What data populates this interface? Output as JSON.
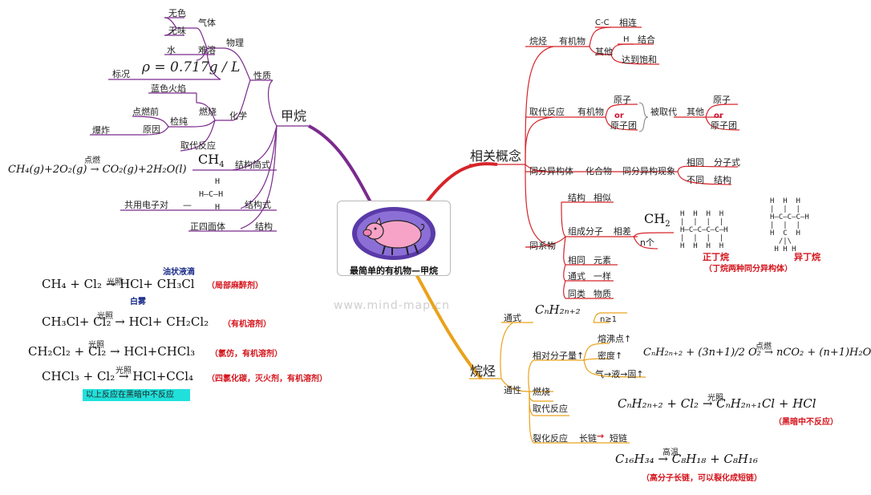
{
  "watermark": "www.mind-map.cn",
  "center": {
    "title": "最简单的有机物—甲烷",
    "icon": "pig-icon"
  },
  "left": {
    "main": "甲烷",
    "xingzhi": "性质",
    "wuli": "物理",
    "qiti": "气体",
    "wuse": "无色",
    "wuwei": "无味",
    "nanrong": "难溶",
    "shui": "水",
    "biaokuang": "标况",
    "density": "ρ = 0.717g / L",
    "huaxue": "化学",
    "ranshao": "燃烧",
    "lanse": "蓝色火焰",
    "jianchun": "检纯",
    "dianranqian": "点燃前",
    "yuanyin": "原因",
    "baozha": "爆炸",
    "qudai": "取代反应",
    "jiegoujianshi": "结构简式",
    "ch4": "CH",
    "ch4_sub": "4",
    "combustion_eq": "CH₄(g)+2O₂(g) → CO₂(g)+2H₂O(l)",
    "combustion_cond": "点燃",
    "jiegoushi": "结构式",
    "gongyong": "共用电子对",
    "dash": "—",
    "jiegou": "结构",
    "zhengsimianti": "正四面体",
    "structural": {
      "top": "H",
      "mid": "H—C—H",
      "bot": "H"
    }
  },
  "reactions": {
    "r1": {
      "eq": "CH₄ + Cl₂ → HCl+ CH₃Cl",
      "note": "（局部麻醉剂）",
      "above": "油状液滴",
      "below": "白雾"
    },
    "r2": {
      "eq": "CH₃Cl+ Cl₂ → HCl+ CH₂Cl₂",
      "note": "（有机溶剂）"
    },
    "r3": {
      "eq": "CH₂Cl₂ + Cl₂ → HCl+CHCl₃",
      "note": "（氯仿，有机溶剂）"
    },
    "r4": {
      "eq": "CHCl₃ + Cl₂ → HCl+CCl₄",
      "note": "（四氯化碳，灭火剂，有机溶剂）"
    },
    "cond": "光照",
    "highlight": "以上反应在黑暗中不反应"
  },
  "right_top": {
    "main": "相关概念",
    "ting": "烷烃",
    "youjiwu": "有机物",
    "cc": "C-C",
    "xianglian": "相连",
    "qita": "其他",
    "h": "H",
    "jiehe": "结合",
    "baohe": "达到饱和",
    "qudaifanying": "取代反应",
    "youjiwu2": "有机物",
    "yuanzi": "原子",
    "or": "or",
    "yuanzituan": "原子团",
    "beiqudai": "被取代",
    "qita2": "其他",
    "yuanzi2": "原子",
    "or2": "or",
    "yuanzituan2": "原子团",
    "tongfenyigouti": "同分异构体",
    "huahewu": "化合物",
    "tongfenxianxiang": "同分异构现象",
    "xiangtong": "相同",
    "fenzishi": "分子式",
    "butong": "不同",
    "jiegou": "结构",
    "tongxiwu": "同系物",
    "jiegou2": "结构",
    "xiangsi": "相似",
    "zuchengfenzi": "组成分子",
    "xiangcha": "相差",
    "ch2": "CH",
    "ch2_sub": "2",
    "nge": "n个",
    "xiangtong2": "相同",
    "yuansu": "元素",
    "tongshi": "通式",
    "yiyang": "一样",
    "tonglei": "同类",
    "wuzhi": "物质",
    "n_butane_caption": "正丁烷",
    "iso_butane_caption": "异丁烷",
    "butane_note": "（丁烷两种同分异构体）",
    "n_butane": [
      "H  H  H  H",
      "|  |  |  |",
      "H—C—C—C—C—H",
      "|  |  |  |",
      "H  H  H  H"
    ],
    "iso_butane": [
      "H  H  H",
      "|  |  |",
      "H—C—C—C—H",
      "|  |  |",
      "H  C  H",
      "  /|\\",
      " H H H"
    ]
  },
  "right_bottom": {
    "main": "烷烃",
    "tongshi": "通式",
    "general_formula": "CₙH₂ₙ₊₂",
    "n_ge1": "n≥1",
    "tongxing": "通性",
    "xiangduifenzizhiliang": "相对分子量↑",
    "rongfeidian": "熔沸点↑",
    "midu": "密度↑",
    "qiyegu": "气→液→固↑",
    "ranshao": "燃烧",
    "qudaifanying": "取代反应",
    "liehuafanying": "裂化反应",
    "changlian": "长链",
    "arrow": "→",
    "duanlian": "短链",
    "combustion_eq": "CₙH₂ₙ₊₂ + (3n+1)/2 O₂ → nCO₂ + (n+1)H₂O",
    "combustion_cond": "点燃",
    "subst_eq": "CₙH₂ₙ₊₂ + Cl₂ → CₙH₂ₙ₊₁Cl + HCl",
    "subst_cond": "光照",
    "subst_note": "（黑暗中不反应）",
    "crack_eq": "C₁₆H₃₄ → C₈H₁₈ + C₈H₁₆",
    "crack_cond": "高温",
    "crack_note": "（高分子长链，可以裂化成短链）"
  },
  "colors": {
    "left": "#7b2a8e",
    "right_top": "#d6242a",
    "right_bottom": "#e9a21c",
    "note": "#d4141c",
    "highlight": "#21e0db"
  }
}
